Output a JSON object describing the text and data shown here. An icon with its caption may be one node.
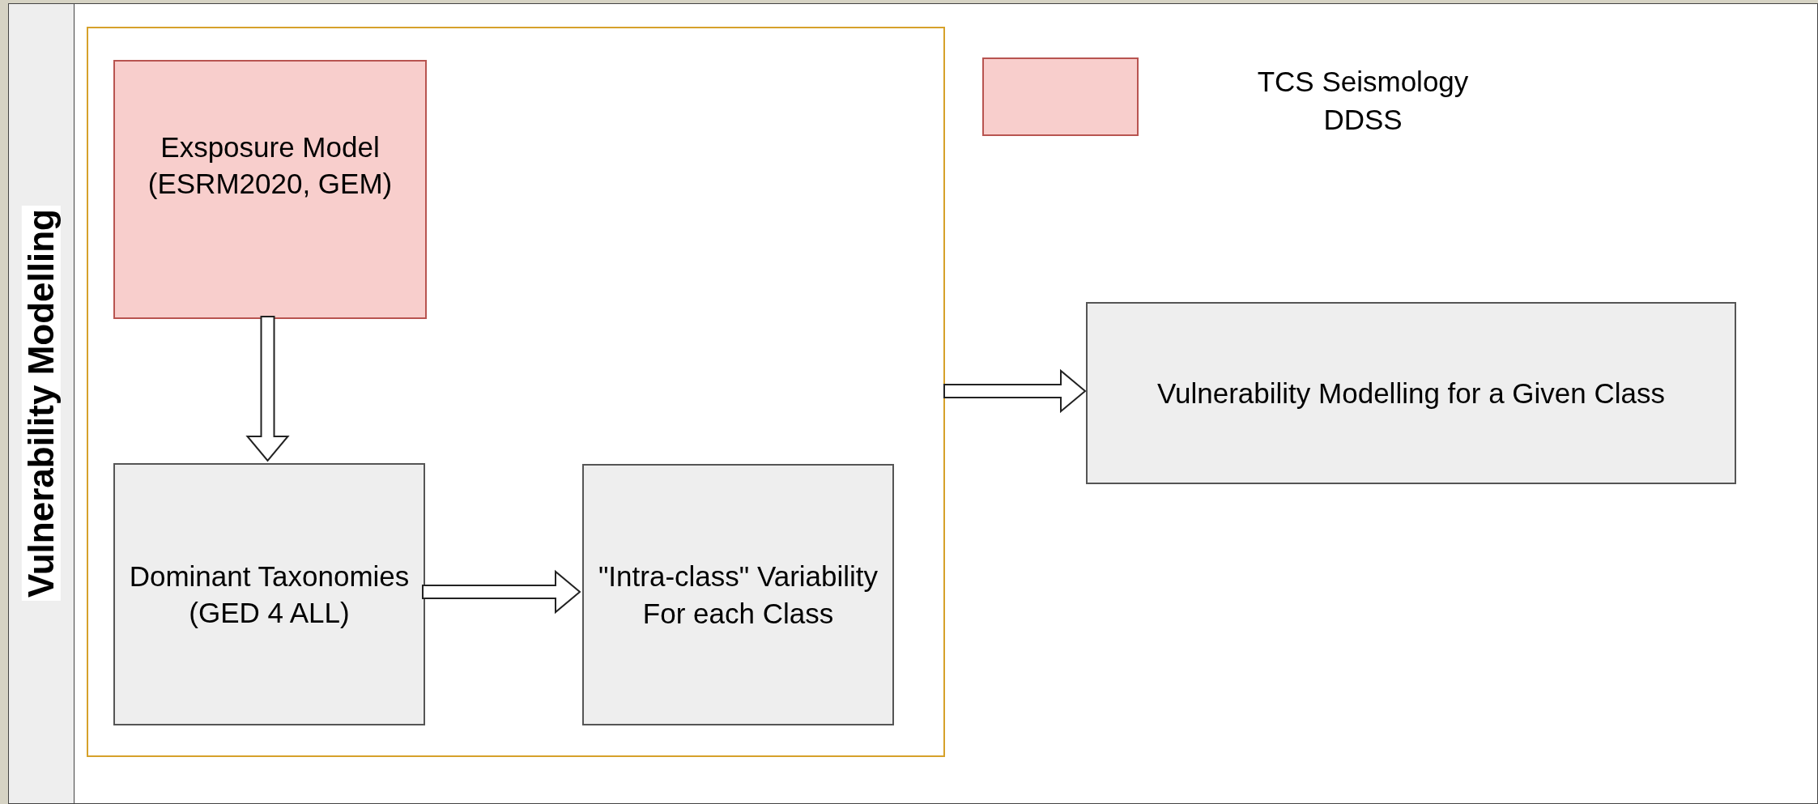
{
  "diagram": {
    "nodes": [
      {
        "text": [
          "Vulnerability Modelling"
        ]
      },
      {
        "text": [],
        "shape": "box",
        "in": 0
      },
      {
        "text": [
          "Exsposure Model (ESRM2020, GEM)"
        ],
        "in": 1
      },
      {
        "text": [
          "Dominant Taxonomies (GED 4 ALL)"
        ],
        "in": 1
      },
      {
        "text": [
          "\"Intra-class\" Variability For each Class"
        ],
        "in": 1
      },
      {
        "text": [
          "Vulnerability Modelling for a Given Class"
        ],
        "in": 0
      }
    ],
    "edges": [
      {
        "from": 2,
        "to": 3,
        "arrow": "to"
      },
      {
        "from": 3,
        "to": 4,
        "arrow": "to"
      },
      {
        "from": 1,
        "to": 5,
        "arrow": "to"
      }
    ],
    "legend": [
      {
        "text": "TCS Seismology DDSS",
        "color": "#f8cecc"
      }
    ]
  }
}
